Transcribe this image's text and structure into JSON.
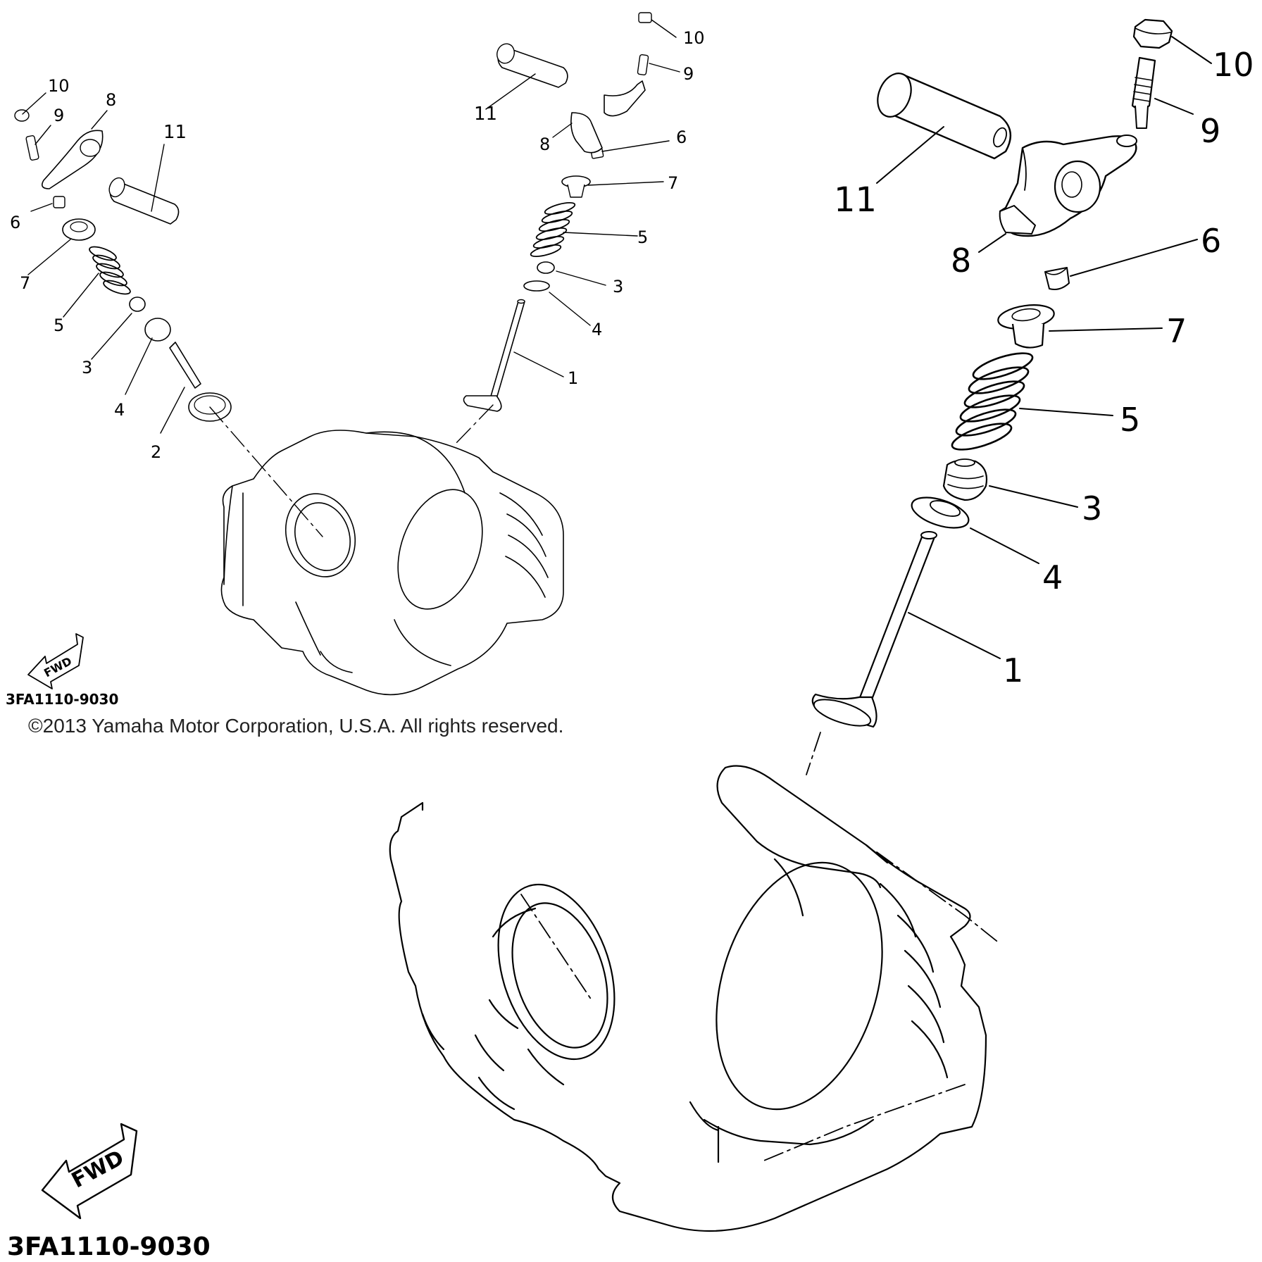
{
  "copyright": "©2013 Yamaha Motor Corporation, U.S.A. All rights reserved.",
  "diagram_code": "3FA1110-9030",
  "fwd_label": "FWD",
  "labels": {
    "n1": "1",
    "n2": "2",
    "n3": "3",
    "n4": "4",
    "n5": "5",
    "n6": "6",
    "n7": "7",
    "n8": "8",
    "n9": "9",
    "n10": "10",
    "n11": "11"
  }
}
